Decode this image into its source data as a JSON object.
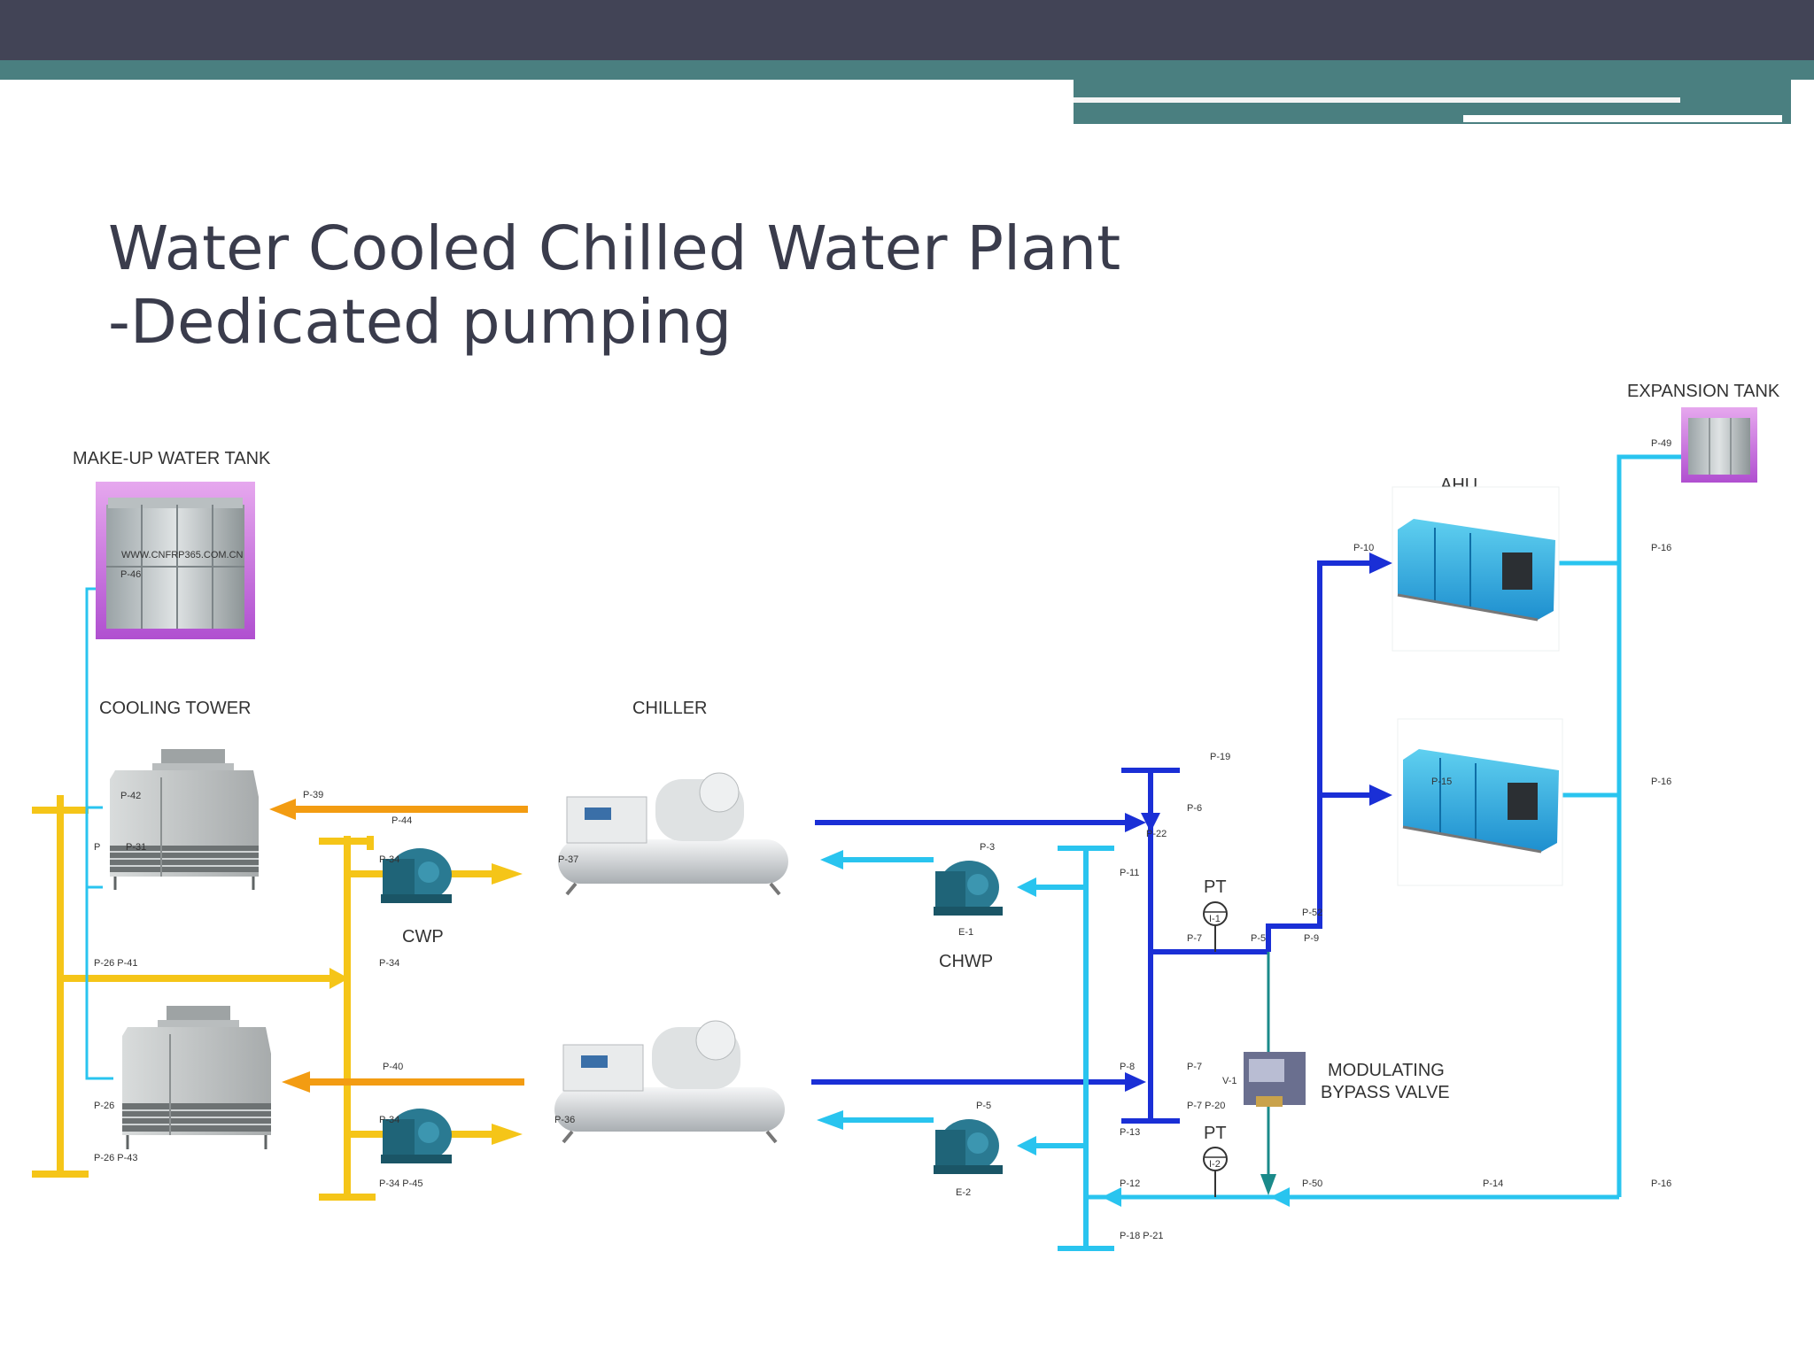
{
  "slide": {
    "title_line1": "Water Cooled Chilled Water Plant",
    "title_line2": "-Dedicated pumping"
  },
  "labels": {
    "makeup_tank": "MAKE-UP WATER TANK",
    "cooling_tower": "COOLING TOWER",
    "chiller": "CHILLER",
    "cwp": "CWP",
    "chwp": "CHWP",
    "ahu": "AHU",
    "expansion_tank": "EXPANSION TANK",
    "pt1": "PT",
    "pt2": "PT",
    "bypass_line1": "MODULATING",
    "bypass_line2": "BYPASS VALVE",
    "i1": "I-1",
    "i2": "I-2",
    "e1": "E-1",
    "e2": "E-2",
    "v1": "V-1",
    "tank_text": "WWW.CNFRP365.COM.CN"
  },
  "pipe_tags": {
    "p46": "P-46",
    "p42": "P-42",
    "p31": "P-31",
    "p_ct": "P",
    "p26_41": "P-26 P-41",
    "p26": "P-26",
    "p26_43": "P-26 P-43",
    "p39": "P-39",
    "p44": "P-44",
    "p34a": "P-34",
    "p34b": "P-34",
    "p40": "P-40",
    "p34c": "P-34",
    "p34_45": "P-34 P-45",
    "p37": "P-37",
    "p36": "P-36",
    "p3": "P-3",
    "p5": "P-5",
    "p19": "P-19",
    "p6": "P-6",
    "p22": "P-22",
    "p11": "P-11",
    "p7a": "P-7",
    "p5b": "P-5",
    "p52": "P-52",
    "p9": "P-9",
    "p8": "P-8",
    "p7b": "P-7",
    "p7_20": "P-7 P-20",
    "p13": "P-13",
    "p12": "P-12",
    "p50": "P-50",
    "p14": "P-14",
    "p16a": "P-16",
    "p16b": "P-16",
    "p16c": "P-16",
    "p18_21": "P-18 P-21",
    "p10": "P-10",
    "p15": "P-15",
    "p49": "P-49"
  },
  "colors": {
    "condenser_supply": "#f5c518",
    "condenser_return": "#f39c12",
    "chilled_supply": "#1a2fd6",
    "chilled_return": "#29c4ef",
    "bypass": "#1a8a8a"
  }
}
